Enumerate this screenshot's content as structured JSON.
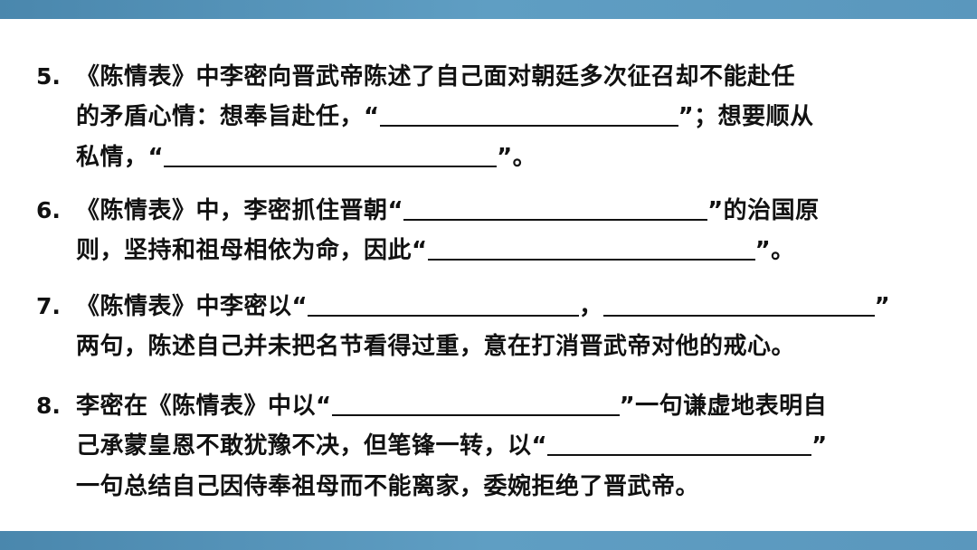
{
  "questions": [
    {
      "number": "5.",
      "lines": [
        [
          "《陈情表》中李密向晋武帝陈述了自己面对朝廷多次征召却不能赴任"
        ],
        [
          "的矛盾心情：想奉旨赴任，“",
          "”；想要顺从"
        ],
        [
          "私情，“",
          "”。"
        ]
      ]
    },
    {
      "number": "6.",
      "lines": [
        [
          "《陈情表》中，李密抓住晋朝“",
          "”的治国原"
        ],
        [
          "则，坚持和祖母相依为命，因此“",
          "”。"
        ]
      ]
    },
    {
      "number": "7.",
      "lines": [
        [
          "《陈情表》中李密以“",
          "，",
          "”"
        ],
        [
          "两句，陈述自己并未把名节看得过重，意在打消晋武帝对他的戒心。"
        ]
      ]
    },
    {
      "number": "8.",
      "lines": [
        [
          "李密在《陈情表》中以“",
          "”一句谦虚地表明自"
        ],
        [
          "己承蒙皇恩不敢犹豫不决，但笔锋一转，以“",
          "”"
        ],
        [
          "一句总结自己因侍奉祖母而不能离家，委婉拒绝了晋武帝。"
        ]
      ]
    }
  ]
}
